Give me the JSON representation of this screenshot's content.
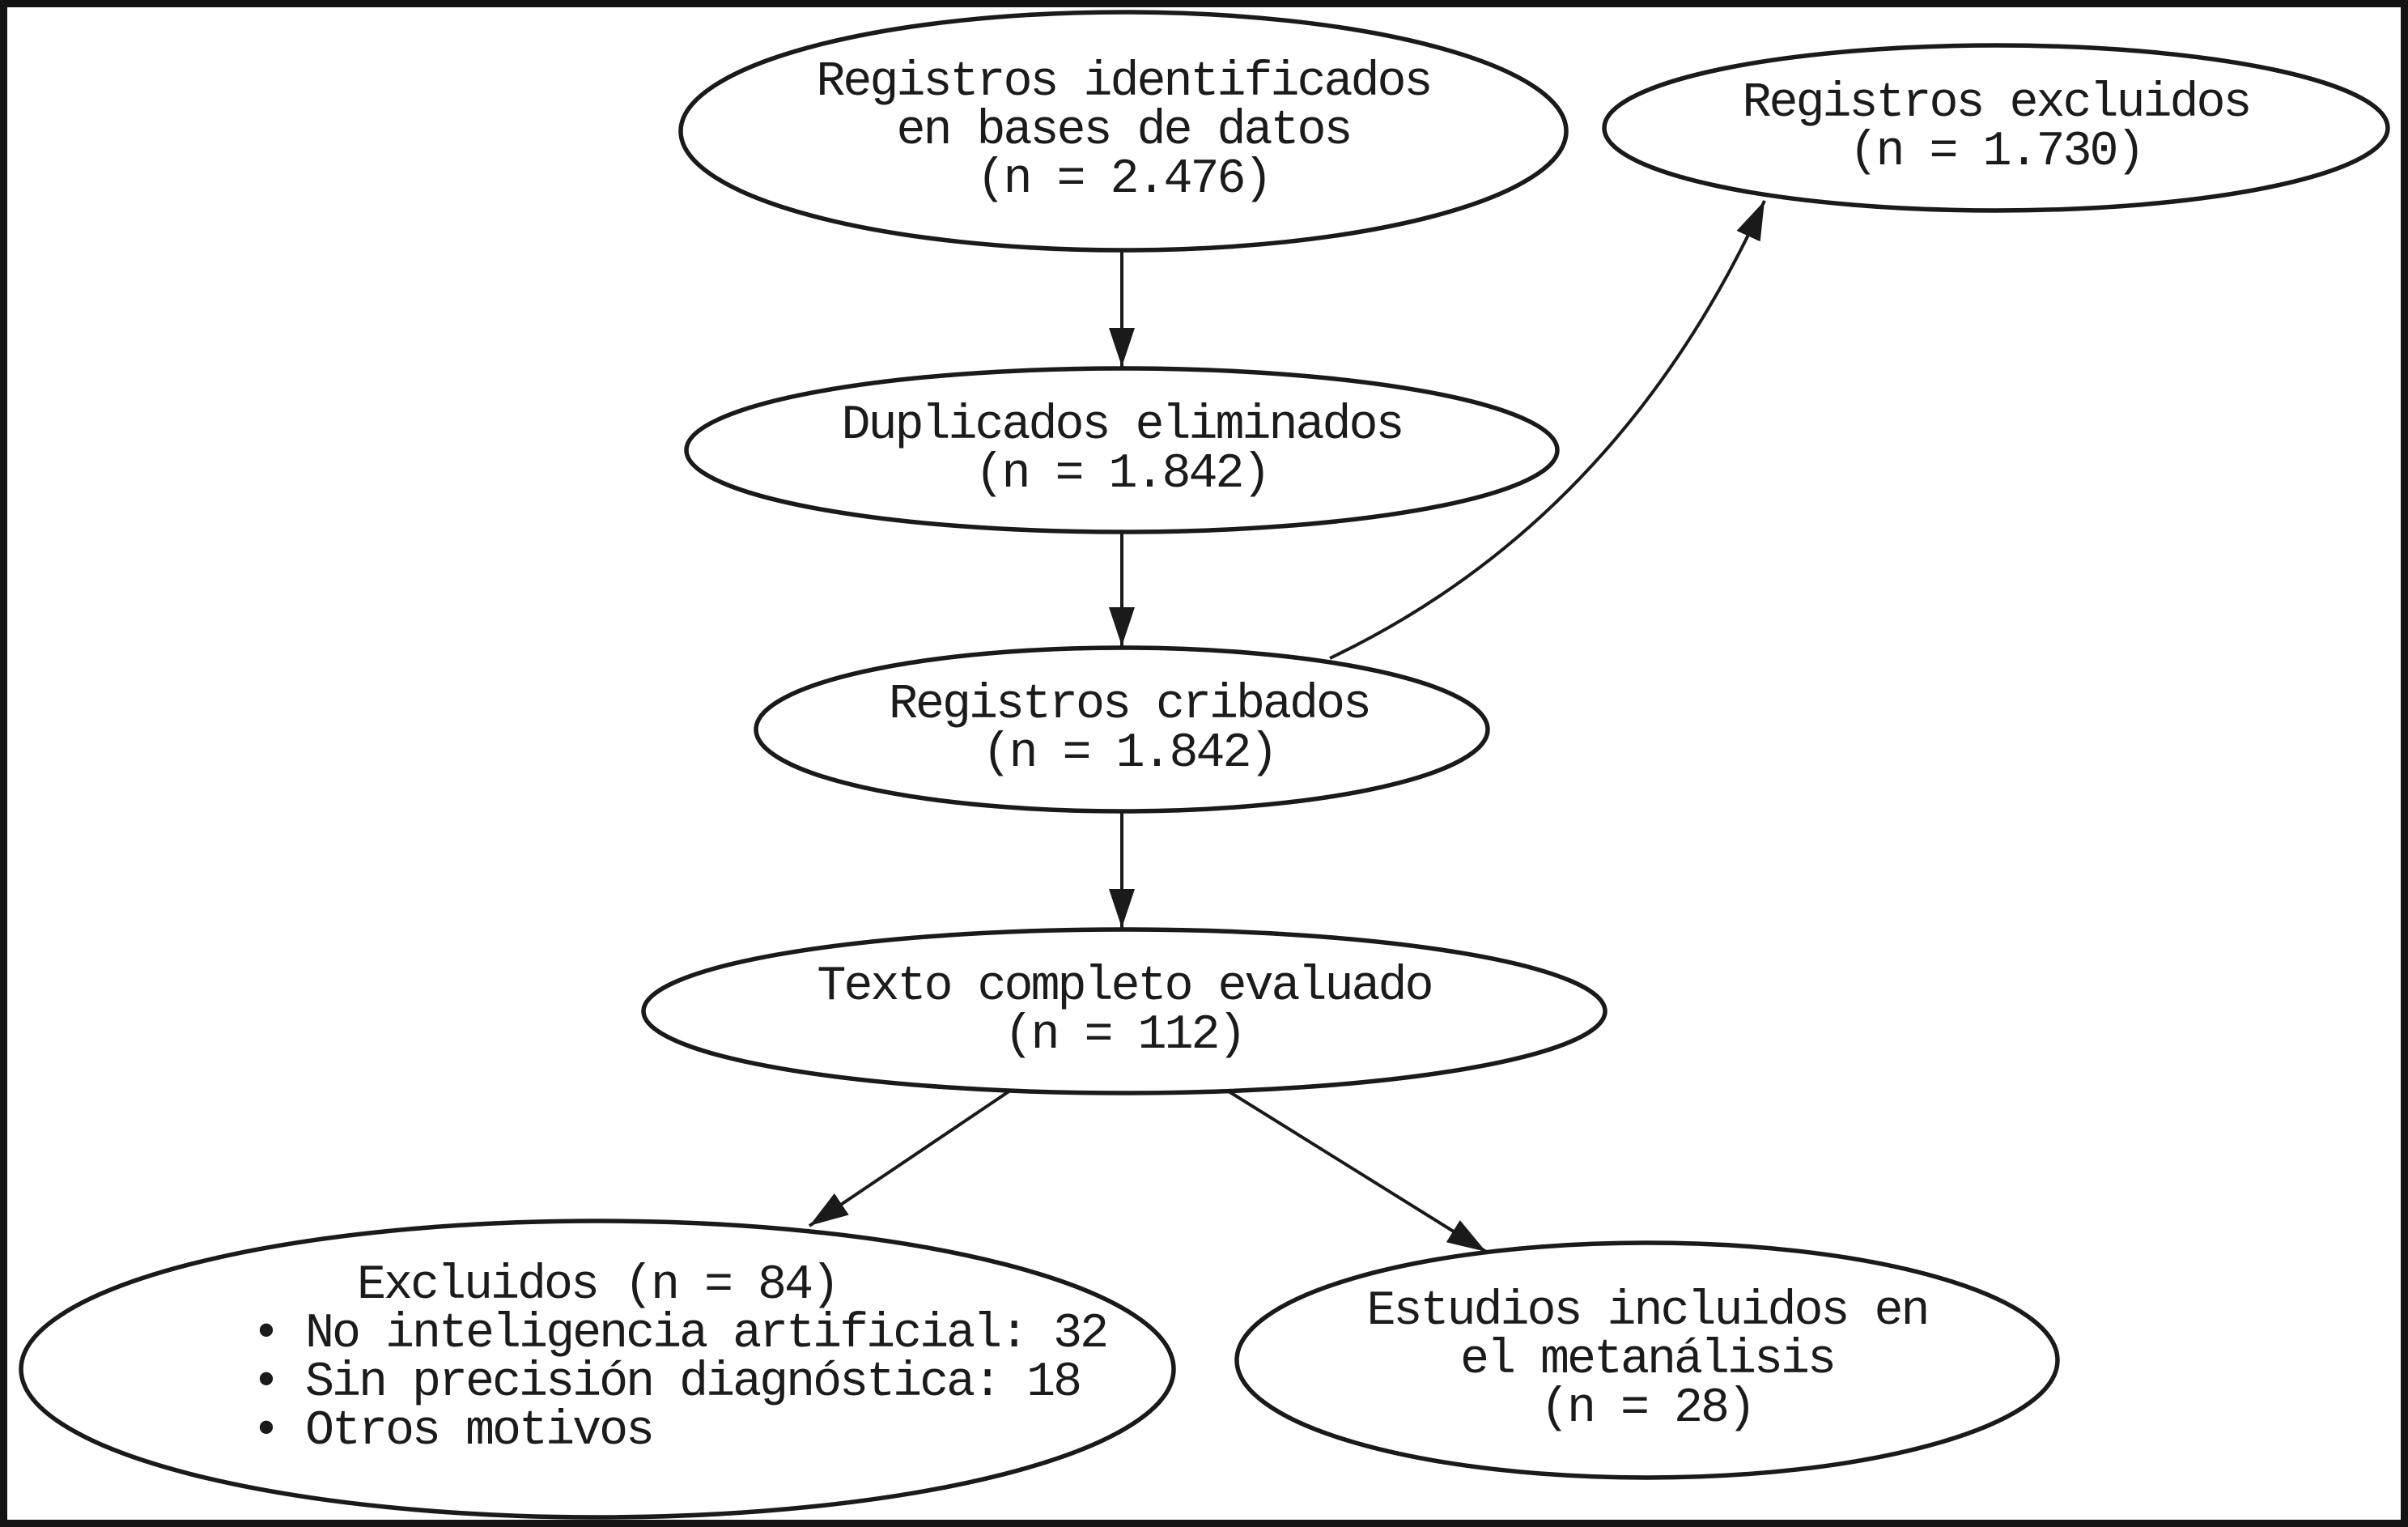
{
  "diagram": {
    "type": "prisma-flowchart",
    "language": "es",
    "colors": {
      "stroke": "#1a1a1a",
      "text": "#1b1b1b",
      "background": "#ffffff"
    },
    "nodes": {
      "identified": {
        "lines": [
          "Registros identificados",
          "en bases de datos",
          "(n = 2.476)"
        ],
        "n": "2.476"
      },
      "duplicates_removed": {
        "lines": [
          "Duplicados eliminados",
          "(n = 1.842)"
        ],
        "n": "1.842"
      },
      "screened": {
        "lines": [
          "Registros cribados",
          "(n = 1.842)"
        ],
        "n": "1.842"
      },
      "records_excluded": {
        "lines": [
          "Registros excluidos",
          "(n = 1.730)"
        ],
        "n": "1.730"
      },
      "full_text_assessed": {
        "lines": [
          "Texto completo evaluado",
          "(n = 112)"
        ],
        "n": "112"
      },
      "full_text_excluded": {
        "title": "Excluidos (n = 84)",
        "n": "84",
        "bullets": [
          "• No inteligencia artificial: 32",
          "• Sin precisión diagnóstica: 18",
          "• Otros motivos"
        ]
      },
      "included": {
        "lines": [
          "Estudios incluidos en",
          "el metanálisis",
          "(n = 28)"
        ],
        "n": "28"
      }
    },
    "edges": [
      {
        "from": "identified",
        "to": "duplicates_removed",
        "style": "straight-down"
      },
      {
        "from": "duplicates_removed",
        "to": "screened",
        "style": "straight-down"
      },
      {
        "from": "screened",
        "to": "records_excluded",
        "style": "curved-up-right"
      },
      {
        "from": "screened",
        "to": "full_text_assessed",
        "style": "straight-down"
      },
      {
        "from": "full_text_assessed",
        "to": "full_text_excluded",
        "style": "diagonal-down-left"
      },
      {
        "from": "full_text_assessed",
        "to": "included",
        "style": "diagonal-down-right"
      }
    ]
  }
}
